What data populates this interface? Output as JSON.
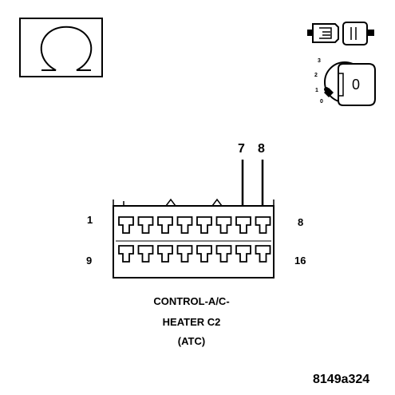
{
  "meter_symbol": "Ω",
  "key": {
    "positions": [
      "3",
      "2",
      "1",
      "0"
    ],
    "current": "0"
  },
  "callouts": {
    "pin_a": "7",
    "pin_b": "8"
  },
  "pin_numbers": {
    "top_left": "1",
    "top_right": "8",
    "bottom_left": "9",
    "bottom_right": "16"
  },
  "caption": {
    "line1": "CONTROL-A/C-",
    "line2": "HEATER C2",
    "line3": "(ATC)"
  },
  "figure_id": "8149a324",
  "connector": {
    "pins_per_row": 8,
    "rows": 2
  }
}
